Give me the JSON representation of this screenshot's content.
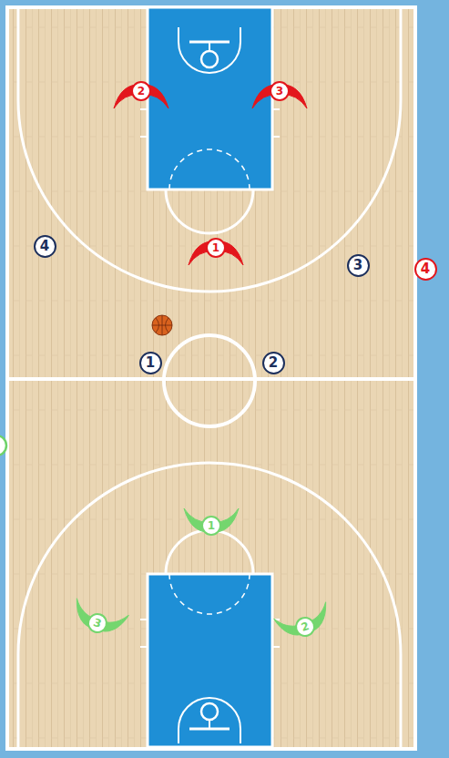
{
  "diagram": {
    "nodes": [
      {
        "text": [
          "2"
        ]
      },
      {
        "text": [
          "3"
        ]
      },
      {
        "text": [
          "1"
        ]
      },
      {
        "text": [
          "4"
        ]
      },
      {
        "text": [
          "3"
        ]
      },
      {
        "text": [
          "4"
        ]
      },
      {
        "text": [
          "1"
        ]
      },
      {
        "text": [
          "2"
        ]
      },
      {
        "text": [
          "1"
        ]
      },
      {
        "text": [
          "3"
        ]
      },
      {
        "text": [
          "2"
        ]
      }
    ]
  }
}
